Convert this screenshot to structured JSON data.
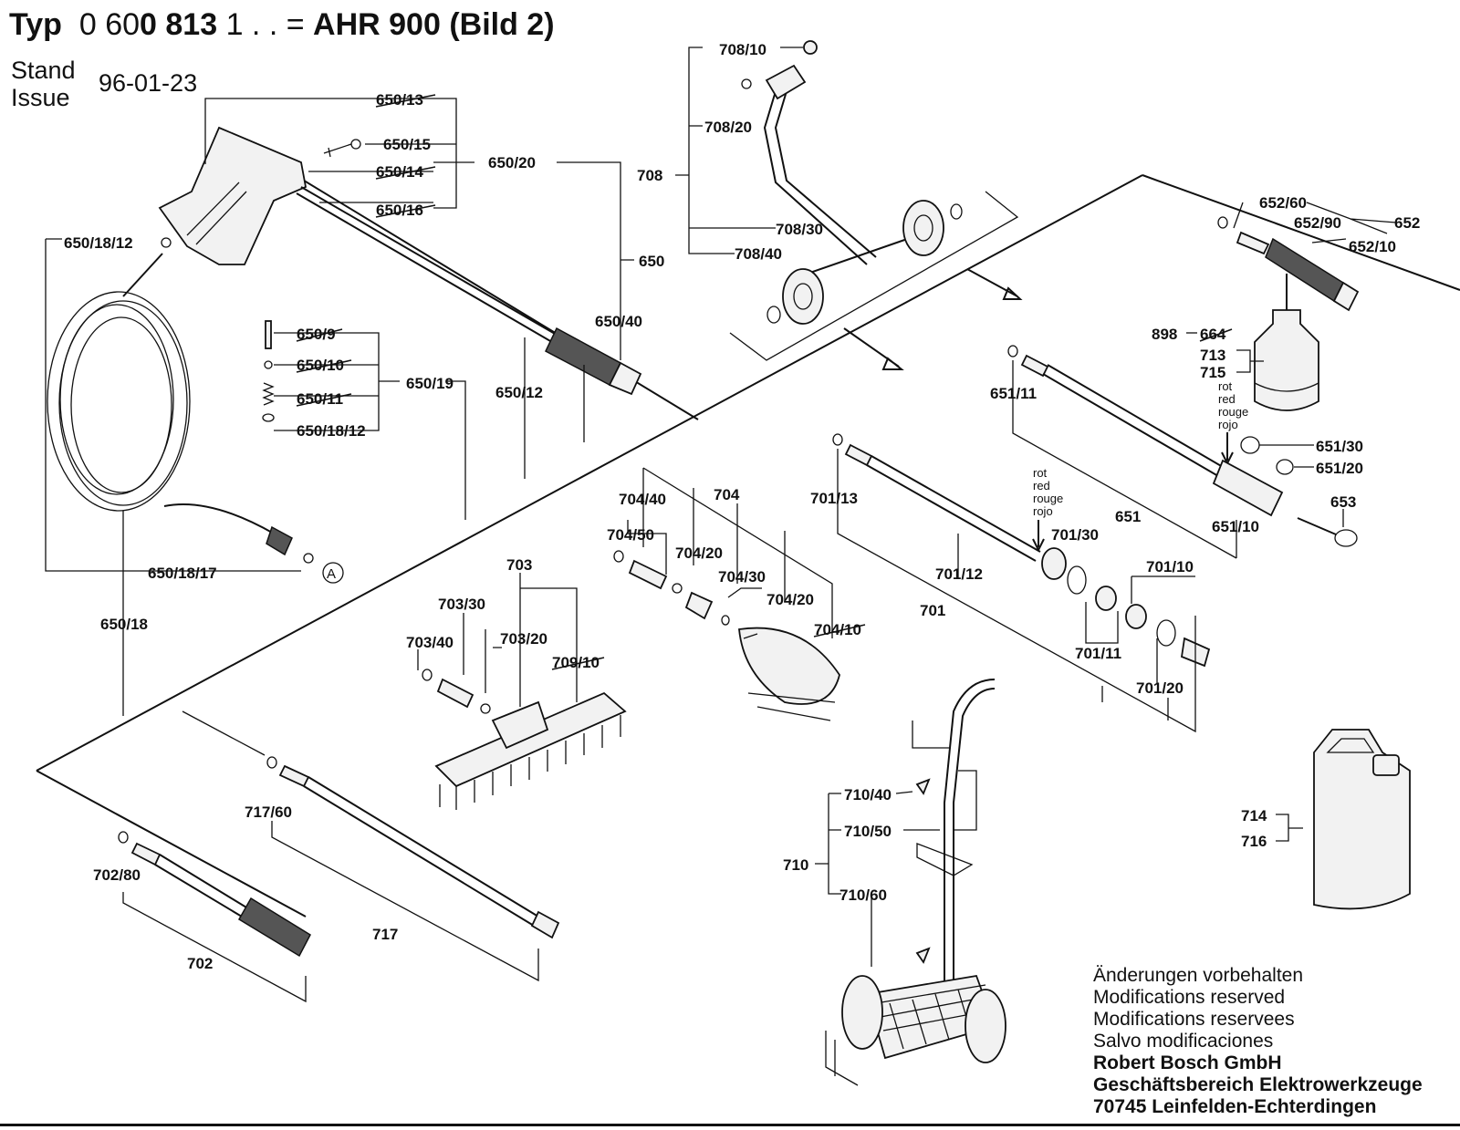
{
  "header": {
    "typ_label": "Typ",
    "model_prefix": "0 60",
    "model_bold": "0 813",
    "model_suffix": "1 . . =",
    "product": "AHR 900 (Bild 2)",
    "stand_label": "Stand",
    "issue_label": "Issue",
    "date": "96-01-23"
  },
  "labels": {
    "l650_13": "650/13",
    "l650_15": "650/15",
    "l650_14": "650/14",
    "l650_16": "650/16",
    "l650_20": "650/20",
    "l650": "650",
    "l650_40": "650/40",
    "l650_12": "650/12",
    "l650_18_12a": "650/18/12",
    "l650_9": "650/9",
    "l650_10": "650/10",
    "l650_11": "650/11",
    "l650_19": "650/19",
    "l650_18_12b": "650/18/12",
    "l650_18_17": "650/18/17",
    "l650_18": "650/18",
    "circle_a": "A",
    "l708_10": "708/10",
    "l708_20": "708/20",
    "l708": "708",
    "l708_30": "708/30",
    "l708_40": "708/40",
    "l652_60": "652/60",
    "l652_90": "652/90",
    "l652": "652",
    "l652_10": "652/10",
    "l898": "898",
    "l664": "664",
    "l713": "713",
    "l715": "715",
    "l651_11": "651/11",
    "l651_30": "651/30",
    "l651_20": "651/20",
    "l651": "651",
    "l651_10": "651/10",
    "l653": "653",
    "l701_13": "701/13",
    "l701_30": "701/30",
    "l701_12": "701/12",
    "l701": "701",
    "l701_11": "701/11",
    "l701_10": "701/10",
    "l701_20": "701/20",
    "l704_40": "704/40",
    "l704": "704",
    "l704_50": "704/50",
    "l704_20a": "704/20",
    "l704_30": "704/30",
    "l704_20b": "704/20",
    "l704_10": "704/10",
    "l703": "703",
    "l703_30": "703/30",
    "l703_40": "703/40",
    "l703_20": "703/20",
    "l709_10": "709/10",
    "l717_60": "717/60",
    "l717": "717",
    "l702_80": "702/80",
    "l702": "702",
    "l710_40": "710/40",
    "l710_50": "710/50",
    "l710": "710",
    "l710_60": "710/60",
    "l714": "714",
    "l716": "716"
  },
  "color_note_1": [
    "rot",
    "red",
    "rouge",
    "rojo"
  ],
  "color_note_2": [
    "rot",
    "red",
    "rouge",
    "rojo"
  ],
  "footer": {
    "line1": "Änderungen vorbehalten",
    "line2": "Modifications reserved",
    "line3": "Modifications reservees",
    "line4": "Salvo modificaciones",
    "company": "Robert Bosch GmbH",
    "division": "Geschäftsbereich Elektrowerkzeuge",
    "address": "70745 Leinfelden-Echterdingen"
  }
}
